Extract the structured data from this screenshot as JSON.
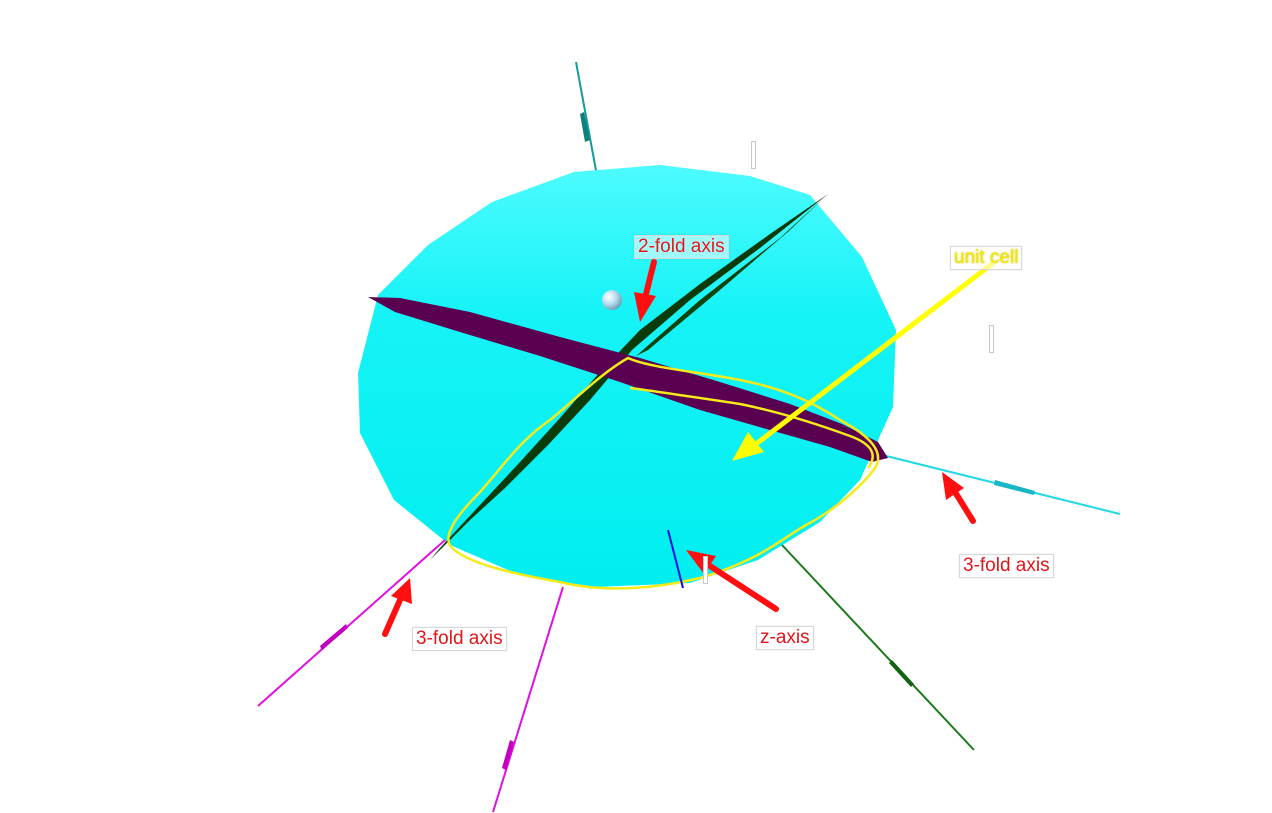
{
  "labels": {
    "two_fold": "2-fold axis",
    "unit_cell": "unit cell",
    "three_fold_right": "3-fold axis",
    "three_fold_left": "3-fold axis",
    "z_axis": "z-axis"
  },
  "colors": {
    "disc": "#00f0f2",
    "disc_top": "#4dfbff",
    "purple_plane": "#5a0050",
    "green_plane": "#0a3a0a",
    "annotation_arrow": "#ff0f0f",
    "unit_cell_outline": "#f5ea1a",
    "unit_cell_arrow": "#ffff00",
    "axis_teal": "#119c9a",
    "axis_cyan": "#22d8e6",
    "axis_magenta": "#e010e0",
    "axis_green": "#1a7a1a",
    "axis_blue": "#1010e0"
  }
}
